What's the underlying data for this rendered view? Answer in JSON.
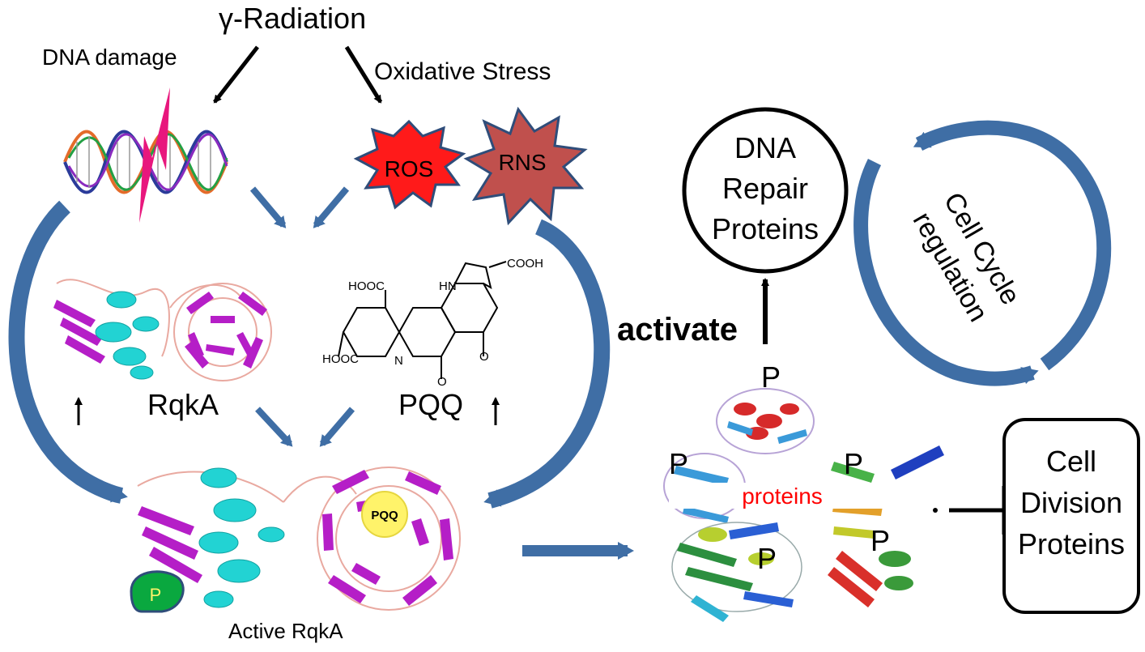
{
  "labels": {
    "gamma_radiation": "γ-Radiation",
    "dna_damage": "DNA damage",
    "oxidative_stress": "Oxidative Stress",
    "ros": "ROS",
    "rns": "RNS",
    "rqka": "RqkA",
    "pqq": "PQQ",
    "active_rqka": "Active RqkA",
    "pqq_badge": "PQQ",
    "p_badge": "P",
    "activate": "activate",
    "dna_repair": [
      "DNA",
      "Repair",
      "Proteins"
    ],
    "cell_cycle": [
      "Cell Cycle",
      "regulation"
    ],
    "cell_division": [
      "Cell",
      "Division",
      "Proteins"
    ],
    "proteins": "proteins",
    "phospho_marks": [
      "P",
      "P",
      "P",
      "P",
      "P"
    ],
    "pqq_structure": {
      "cooh_top": "COOH",
      "hooc_left": "HOOC",
      "hooc_bottom": "HOOC",
      "nh": "HN",
      "n": "N",
      "o1": "O",
      "o2": "O"
    }
  },
  "colors": {
    "arrow_blue": "#3f6ea5",
    "ros_fill": "#ff1a1a",
    "rns_fill": "#c0504d",
    "star_stroke": "#2f4d7a",
    "helix_cyan": "#22d3d3",
    "sheet_magenta": "#b51ec7",
    "pqq_yellow": "#fff36a",
    "p_green": "#0aa83f",
    "lightning": "#e8177d",
    "proteins_text": "#ff0000"
  }
}
